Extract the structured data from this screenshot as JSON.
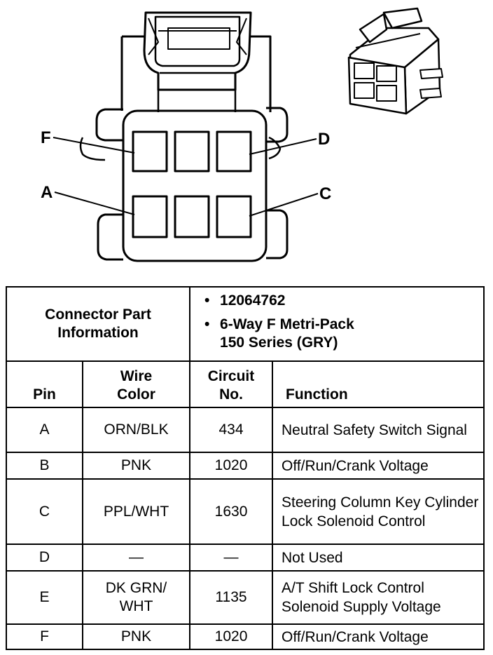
{
  "pin_labels": {
    "F": "F",
    "D": "D",
    "A": "A",
    "C": "C"
  },
  "info": {
    "header_label": "Connector Part Information",
    "part_lines": [
      "12064762",
      "6-Way F Metri-Pack",
      "150 Series (GRY)"
    ]
  },
  "columns": {
    "pin": "Pin",
    "wire_color": "Wire Color",
    "circuit": "Circuit No.",
    "function": "Function"
  },
  "rows": [
    {
      "pin": "A",
      "wire": "ORN/BLK",
      "circuit": "434",
      "function": "Neutral Safety Switch Signal"
    },
    {
      "pin": "B",
      "wire": "PNK",
      "circuit": "1020",
      "function": "Off/Run/Crank Voltage"
    },
    {
      "pin": "C",
      "wire": "PPL/WHT",
      "circuit": "1630",
      "function": "Steering Column Key Cylinder Lock Solenoid Control"
    },
    {
      "pin": "D",
      "wire": "—",
      "circuit": "—",
      "function": "Not Used"
    },
    {
      "pin": "E",
      "wire": "DK GRN/ WHT",
      "circuit": "1135",
      "function": "A/T Shift Lock Control Solenoid Supply Voltage"
    },
    {
      "pin": "F",
      "wire": "PNK",
      "circuit": "1020",
      "function": "Off/Run/Crank Voltage"
    }
  ]
}
